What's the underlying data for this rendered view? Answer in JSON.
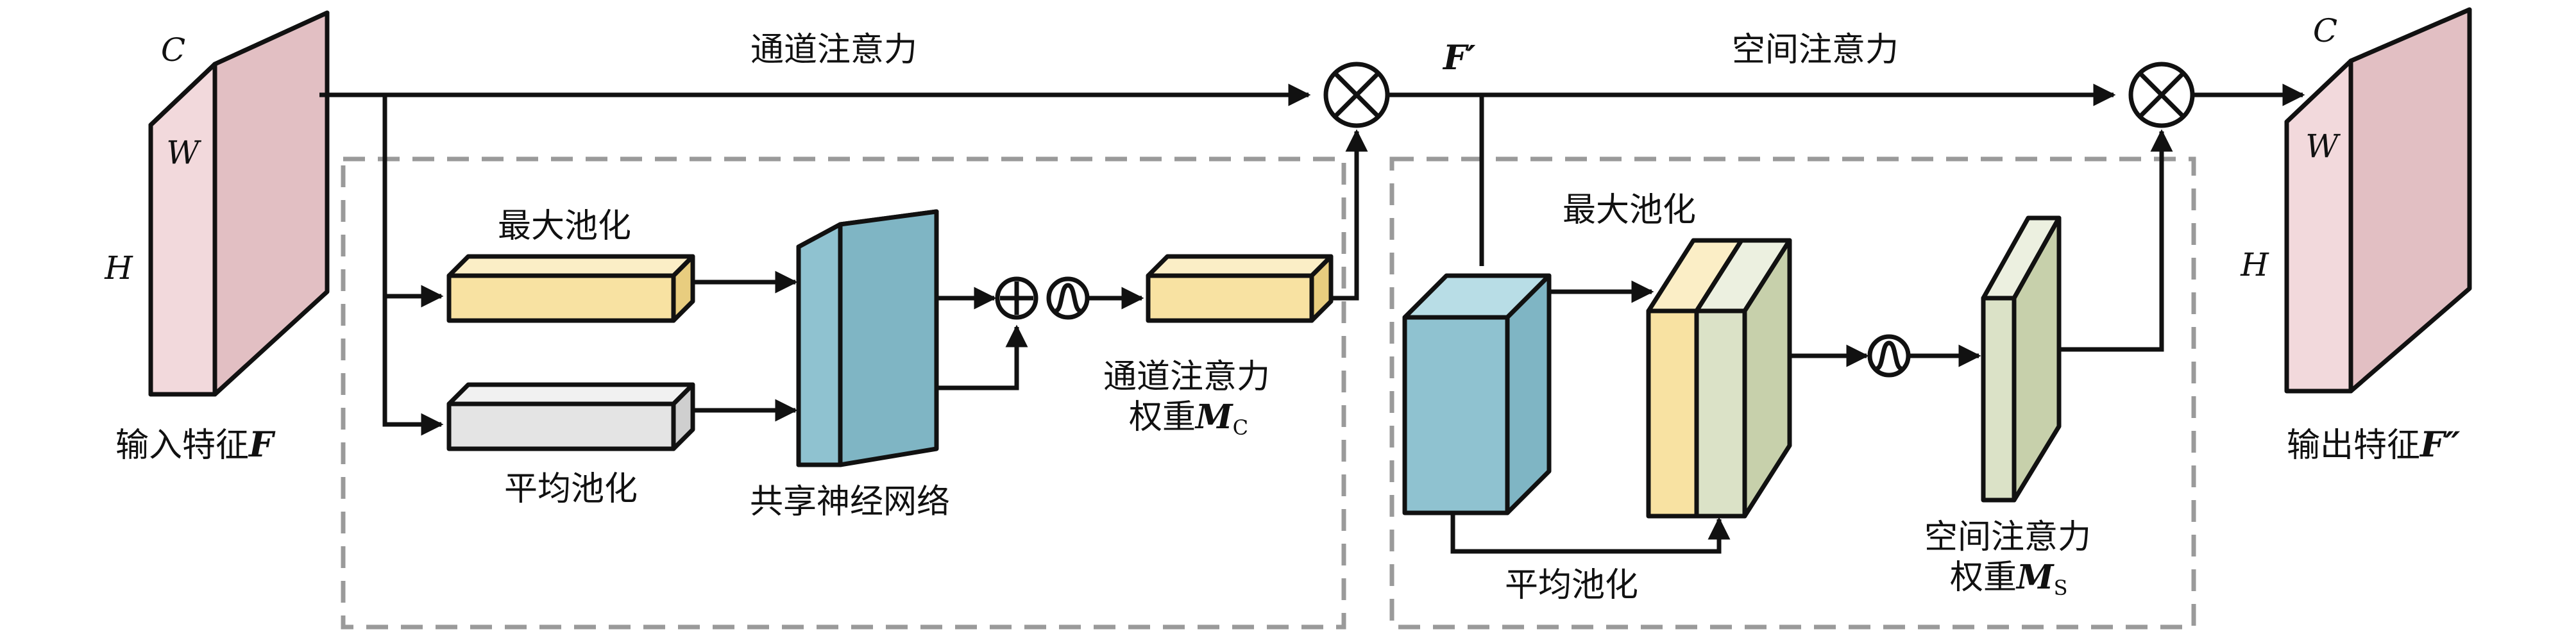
{
  "labels": {
    "channel_attention": "通道注意力",
    "spatial_attention": "空间注意力",
    "max_pool_channel": "最大池化",
    "avg_pool_channel": "平均池化",
    "shared_mlp": "共享神经网络",
    "channel_weight_line1": "通道注意力",
    "channel_weight_line2": "权重",
    "channel_weight_symbol": "M",
    "channel_weight_sub": "C",
    "max_pool_spatial": "最大池化",
    "avg_pool_spatial": "平均池化",
    "spatial_weight_line1": "空间注意力",
    "spatial_weight_line2": "权重",
    "spatial_weight_symbol": "M",
    "spatial_weight_sub": "S",
    "f_prime": "F′",
    "input_caption": "输入特征",
    "input_symbol": "F",
    "output_caption": "输出特征",
    "output_symbol": "F″"
  },
  "axes": {
    "input": {
      "c": "C",
      "w": "W",
      "h": "H"
    },
    "output": {
      "c": "C",
      "w": "W",
      "h": "H"
    }
  },
  "colors": {
    "feature_map": "#f2d9dc",
    "pool_max": "#f8e2a2",
    "pool_avg": "#e4e4e4",
    "mlp": "#8fc2d0",
    "spatial_map": "#dbe2c7",
    "line": "#111111",
    "dashed_box": "#9a9a9a"
  },
  "icons": {
    "multiply": "circled-times-icon",
    "add": "circled-plus-icon",
    "sigmoid": "sigmoid-icon"
  }
}
